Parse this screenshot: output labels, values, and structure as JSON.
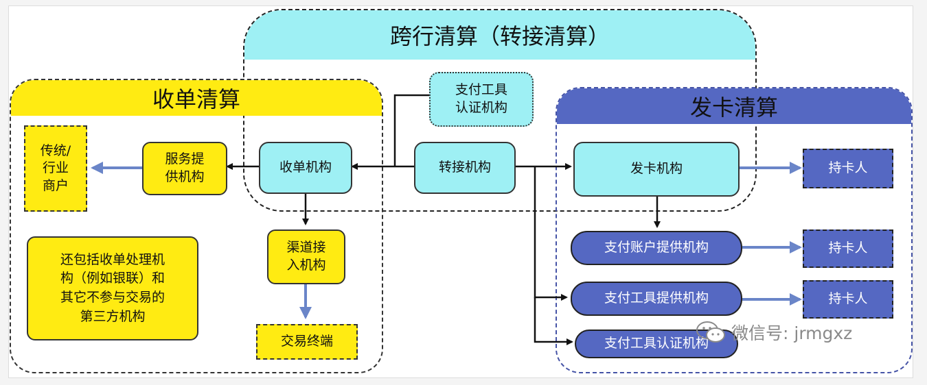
{
  "regions": {
    "cross_bank_clearing": "跨行清算（转接清算）",
    "acquiring_clearing": "收单清算",
    "issuing_clearing": "发卡清算"
  },
  "nodes": {
    "payment_tool_certifier_top": "支付工具\n认证机构",
    "traditional_merchant": "传统/\n行业\n商户",
    "service_provider": "服务提\n供机构",
    "acquirer": "收单机构",
    "switch": "转接机构",
    "issuer": "发卡机构",
    "cardholder_1": "持卡人",
    "cardholder_2": "持卡人",
    "cardholder_3": "持卡人",
    "channel_access": "渠道接\n入机构",
    "transaction_terminal": "交易终端",
    "note": "还包括收单处理机\n构（例如银联）和\n其它不参与交易的\n第三方机构",
    "payment_account_provider": "支付账户提供机构",
    "payment_tool_provider": "支付工具提供机构",
    "payment_tool_certifier_bottom": "支付工具认证机构"
  },
  "watermark": {
    "text": "微信号: jrmgxz"
  },
  "colors": {
    "cyan": "#9ef0f4",
    "yellow": "#ffeb12",
    "blue": "#5568c2",
    "blue_arrow": "#6a85c8",
    "black_arrow": "#111111"
  }
}
